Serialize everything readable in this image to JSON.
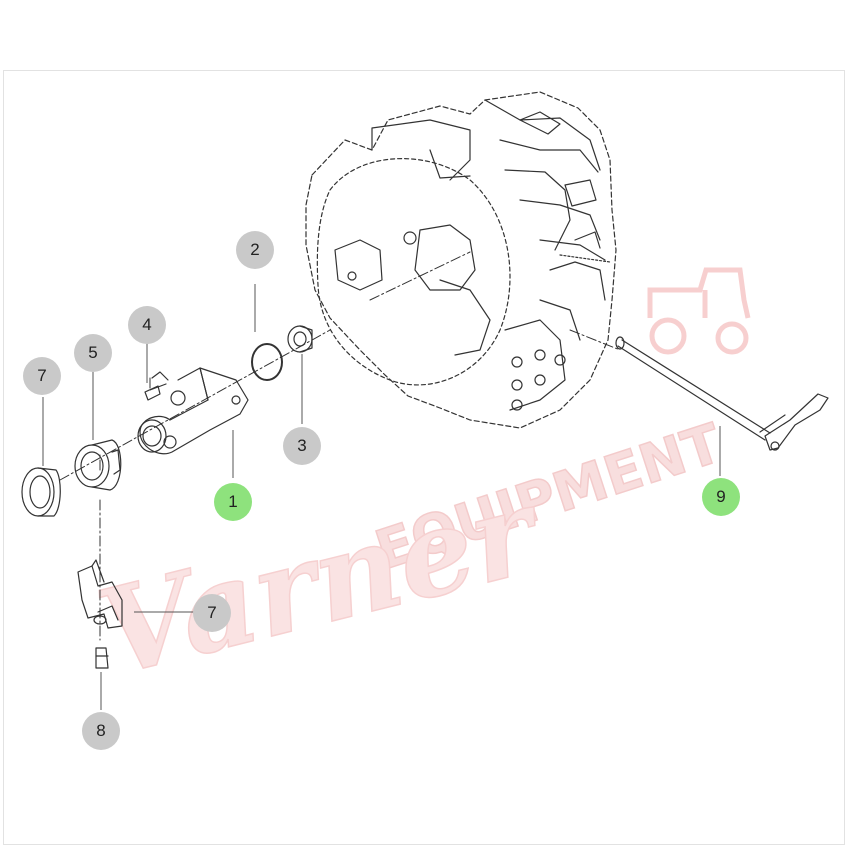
{
  "diagram": {
    "callouts": [
      {
        "id": "c1",
        "label": "1",
        "highlight": true
      },
      {
        "id": "c2",
        "label": "2",
        "highlight": false
      },
      {
        "id": "c3",
        "label": "3",
        "highlight": false
      },
      {
        "id": "c4",
        "label": "4",
        "highlight": false
      },
      {
        "id": "c5",
        "label": "5",
        "highlight": false
      },
      {
        "id": "c7a",
        "label": "7",
        "highlight": false
      },
      {
        "id": "c7b",
        "label": "7",
        "highlight": false
      },
      {
        "id": "c8",
        "label": "8",
        "highlight": false
      },
      {
        "id": "c9",
        "label": "9",
        "highlight": true
      }
    ],
    "colors": {
      "callout_default": "#c9c9c9",
      "callout_highlight": "#8ee27d",
      "line_art": "#333333",
      "watermark": "#f2b9b9"
    }
  },
  "watermark": {
    "script_text": "Varner",
    "block_text": "EQUIPMENT",
    "icon": "tractor-icon"
  }
}
